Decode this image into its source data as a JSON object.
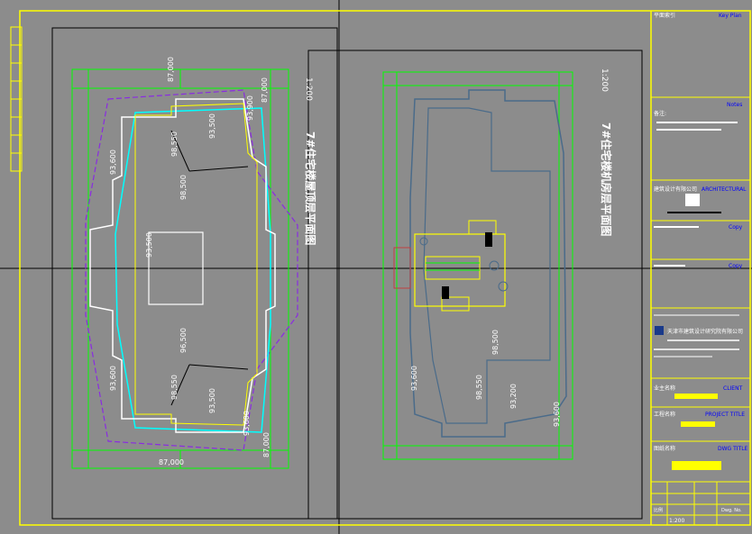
{
  "left_plan": {
    "title": "7#住宅楼屋顶层平面图",
    "scale": "1:200",
    "dims": {
      "top_a": "87,000",
      "top_b": "87,000",
      "bot_a": "87,000",
      "bot_b": "87,000",
      "e1": "93,900",
      "e2": "93,500",
      "e3": "98,550",
      "e4": "98,500",
      "e5": "93,500",
      "e6": "96,500",
      "e7": "98,550",
      "e8": "93,600",
      "e9": "93,600",
      "e10": "93,500",
      "e11": "93,600"
    }
  },
  "right_plan": {
    "title": "7#住宅楼机房层平面图",
    "scale": "1:200",
    "dims": {
      "e1": "98,500",
      "e2": "93,600",
      "e3": "98,550",
      "e4": "93,200",
      "e5": "93,600"
    }
  },
  "title_block": {
    "key_plan_cn": "平面索引",
    "key_plan_en": "Key Plan",
    "notes_en": "Notes",
    "notes_cn": "备注:",
    "architectural": "ARCHITECTURAL",
    "design_co": "建筑设计有限公司",
    "copy": "Copy",
    "client_label": "业主名称",
    "client_en": "CLIENT",
    "project_label": "工程名称",
    "project_en": "PROJECT TITLE",
    "drawing_label": "图纸名称",
    "drawing_en": "DWG TITLE",
    "company_cn": "天津市建筑设计研究院有限公司",
    "scale_label": "比例",
    "scale_val": "1:200",
    "dwg_no": "Dwg. No."
  },
  "colors": {
    "background": "#8c8c8c",
    "frame": "#ffff00",
    "dimension": "#00ff00",
    "wall": "#ffffff",
    "wall_accent": "#ffff00",
    "cyan": "#00ffff",
    "purple": "#8a2be2",
    "blue_label": "#0000ff",
    "axis": "#000000"
  }
}
